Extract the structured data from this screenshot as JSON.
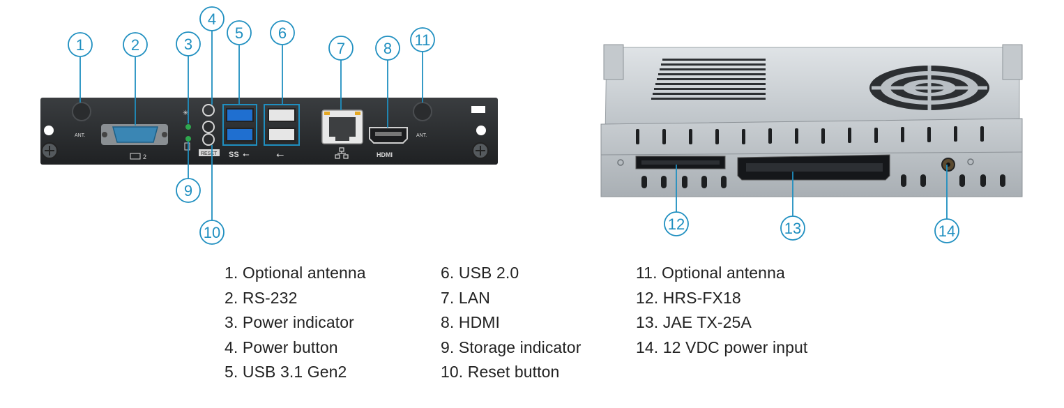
{
  "accent_color": "#1f8fc0",
  "callouts": [
    "1",
    "2",
    "3",
    "4",
    "5",
    "6",
    "7",
    "8",
    "11",
    "9",
    "10",
    "12",
    "13",
    "14"
  ],
  "panel_labels": {
    "ant_left": "ANT.",
    "ant_right": "ANT.",
    "com": "2",
    "reset": "RESET",
    "ss": "SS",
    "hdmi": "HDMI"
  },
  "legend": {
    "col1": [
      "1. Optional antenna",
      "2. RS-232",
      "3. Power indicator",
      "4. Power button",
      "5. USB 3.1 Gen2"
    ],
    "col2": [
      "6. USB 2.0",
      "7. LAN",
      "8. HDMI",
      "9. Storage indicator",
      "10. Reset button"
    ],
    "col3": [
      "11. Optional antenna",
      "12. HRS-FX18",
      "13. JAE TX-25A",
      "14. 12 VDC power input"
    ]
  }
}
